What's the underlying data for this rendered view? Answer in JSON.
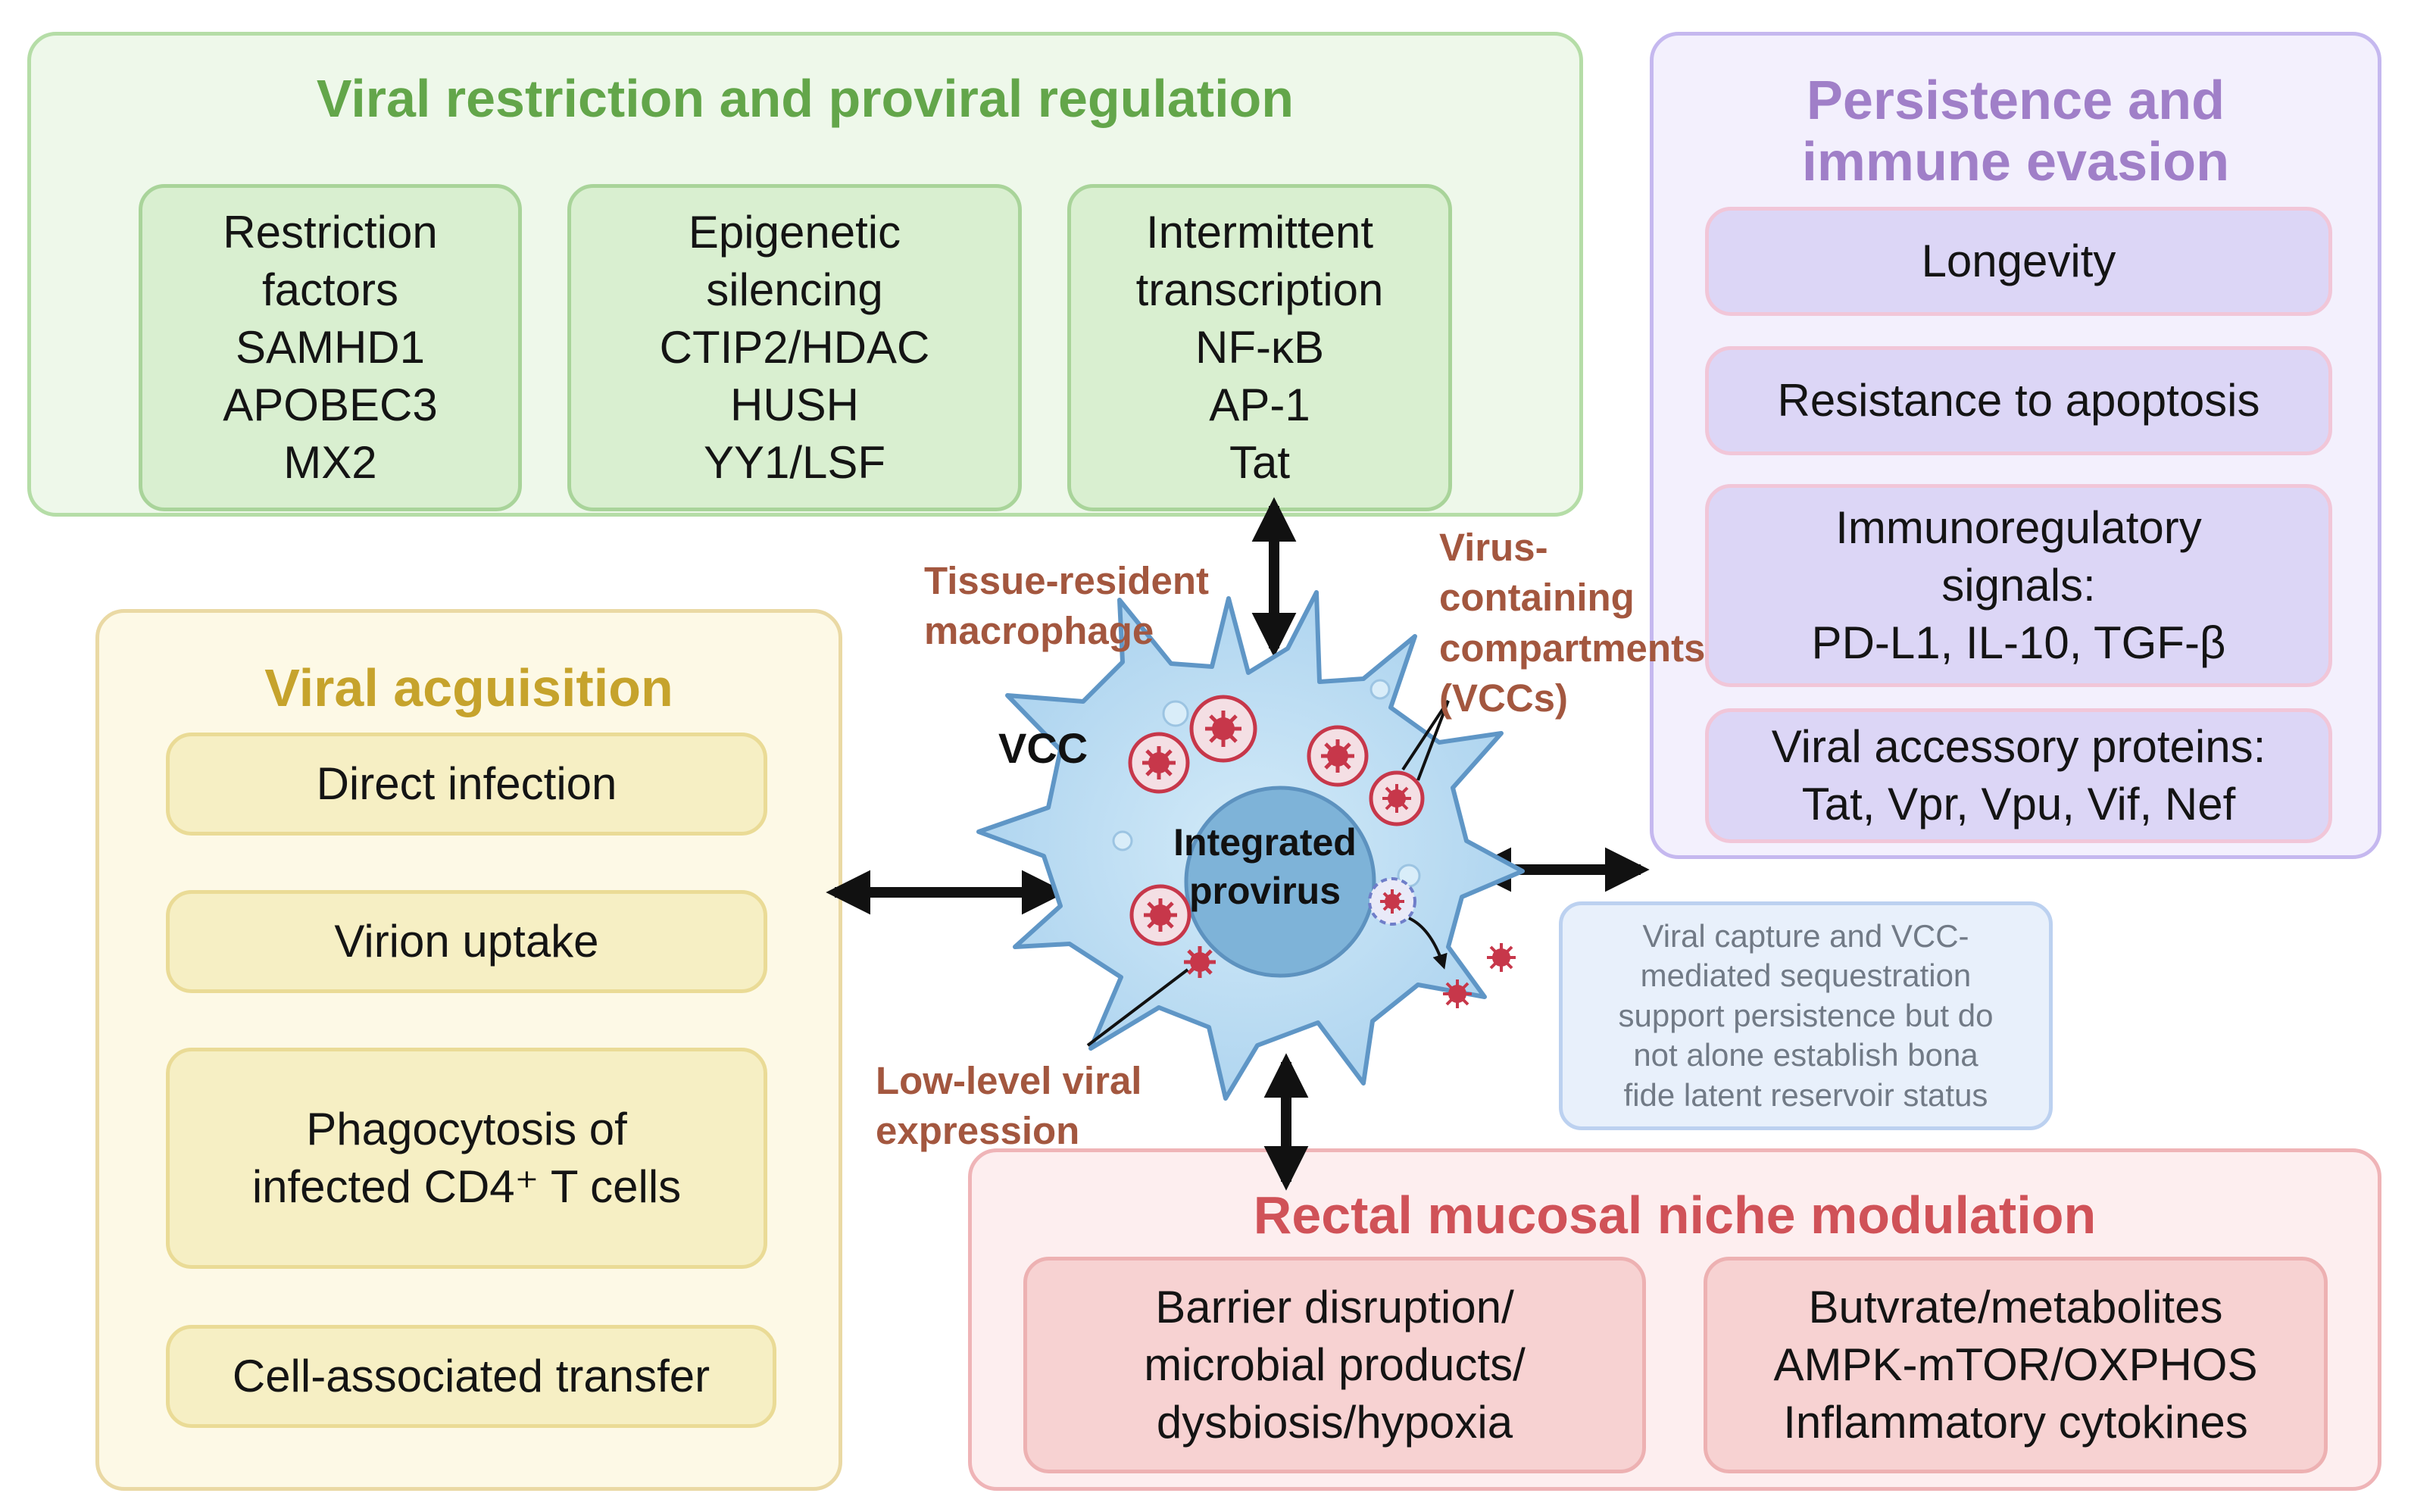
{
  "viral_restriction": {
    "title": "Viral restriction and proviral regulation",
    "boxes": [
      [
        "Restriction",
        "factors",
        "SAMHD1",
        "APOBEC3",
        "MX2"
      ],
      [
        "Epigenetic",
        "silencing",
        "CTIP2/HDAC",
        "HUSH",
        "YY1/LSF"
      ],
      [
        "Intermittent",
        "transcription",
        "NF-κB",
        "AP-1",
        "Tat"
      ]
    ]
  },
  "persistence": {
    "title_lines": [
      "Persistence and",
      "immune evasion"
    ],
    "boxes": [
      [
        "Longevity"
      ],
      [
        "Resistance to apoptosis"
      ],
      [
        "Immunoregulatory",
        "signals:",
        "PD-L1, IL-10, TGF-β"
      ],
      [
        "Viral accessory proteins:",
        "Tat, Vpr, Vpu, Vif, Nef"
      ]
    ]
  },
  "acquisition": {
    "title": "Viral acguisition",
    "boxes": [
      [
        "Direct infection"
      ],
      [
        "Virion uptake"
      ],
      [
        "Phagocytosis of",
        "infected CD4⁺ T cells"
      ],
      [
        "Cell-associated transfer"
      ]
    ]
  },
  "mucosal": {
    "title": "Rectal mucosal niche modulation",
    "boxes": [
      [
        "Barrier disruption/",
        "microbial products/",
        "dysbiosis/hypoxia"
      ],
      [
        "Butvrate/metabolites",
        "AMPK-mTOR/OXPHOS",
        "Inflammatory cytokines"
      ]
    ]
  },
  "center": {
    "macrophage_label": [
      "Tissue-resident",
      "macrophage"
    ],
    "vcc_label": [
      "Virus-",
      "containing",
      "compartments",
      "(VCCs)"
    ],
    "vcc_short": "VCC",
    "nucleus_label": [
      "Integrated",
      "provirus"
    ],
    "low_level_label": [
      "Low-level viral",
      "expression"
    ]
  },
  "note": [
    "Viral capture and VCC-",
    "mediated sequestration",
    "support persistence but do",
    "not alone establish bona",
    "fide latent reservoir status"
  ],
  "colors": {
    "green_title": "#63a64a",
    "purple_title": "#a07fc8",
    "yellow_title": "#c6a32c",
    "pink_title": "#d05258",
    "center_label": "#a3573f",
    "cell_fill": "#b9dcf2",
    "cell_outline": "#5f96c6",
    "nucleus_fill": "#7eb3d8",
    "virus_red": "#c7374a"
  }
}
